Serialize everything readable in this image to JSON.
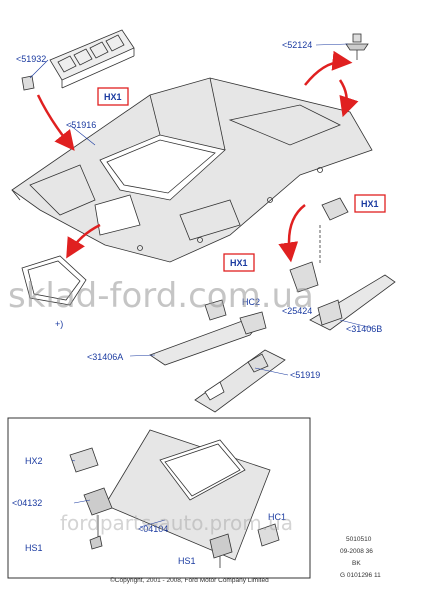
{
  "labels": {
    "p51932": "<51932",
    "p51916": "<51916",
    "p52124": "<52124",
    "p31406A": "<31406A",
    "p31406B": "<31406B",
    "p51919": "<51919",
    "p04132": "<04132",
    "p04104": "<04104",
    "p25424": "<25424",
    "hx1_top": "HX1",
    "hx1_right": "HX1",
    "hx1_mid": "HX1",
    "hc2": "HC2",
    "hx2": "HX2",
    "hc1": "HC1",
    "hs1_left": "HS1",
    "hs1_mid": "HS1",
    "plus_note": "+)"
  },
  "watermarks": {
    "main": "sklad-ford.com.ua",
    "bottom": "fordparts-auto.prom.ua"
  },
  "footer": {
    "copyright": "©Copyright, 2001 - 2008, Ford Motor Company Limited",
    "ref1": "5010510",
    "ref2": "09-2008 36",
    "ref3": "BK",
    "ref4": "G 0101296 11"
  },
  "colors": {
    "label_blue": "#1a3aa0",
    "highlight_red": "#e02020",
    "arrow_red": "#e02020",
    "line_art": "#333333",
    "panel_grey": "#e6e6e6"
  }
}
